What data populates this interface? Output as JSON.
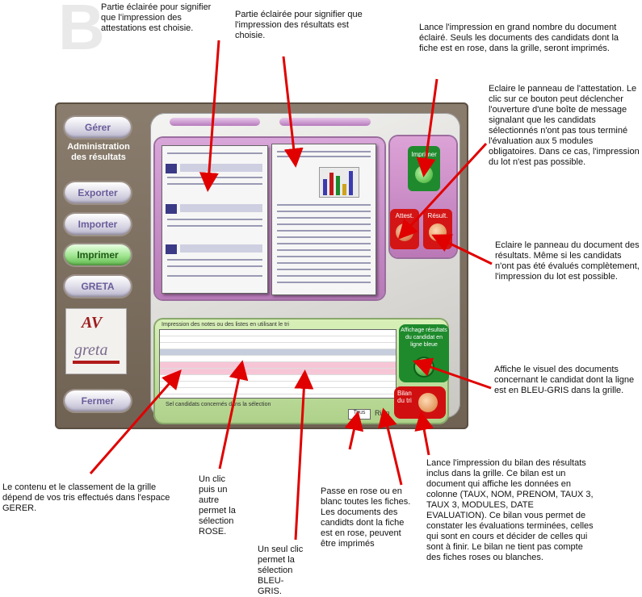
{
  "sidebar": {
    "gerer": "Gérer",
    "admin_label": "Administration des résultats",
    "exporter": "Exporter",
    "importer": "Importer",
    "imprimer": "Imprimer",
    "greta": "GRETA",
    "fermer": "Fermer"
  },
  "logo": {
    "av": "AV",
    "greta": "greta"
  },
  "panel_buttons": {
    "imprimer": "Imprimer",
    "attest": "Attest.",
    "result": "Résult.",
    "affichage": "Affichage résultats du candidat en ligne bleue",
    "bilan": "Bilan du tri"
  },
  "grid": {
    "header": "Impression des notes ou des listes en utilisant le tri",
    "rows": [
      "normal",
      "normal",
      "normal",
      "blue",
      "normal",
      "pink",
      "pink",
      "normal",
      "normal",
      "normal",
      "normal"
    ],
    "status": "Sel candidats concernés dans la sélection",
    "tous": "Tous",
    "rien": "Rien"
  },
  "annotations": {
    "a1": "Partie éclairée pour signifier que l'impression des attestations est choisie.",
    "a2": "Partie éclairée pour signifier que l'impression des résultats est choisie.",
    "a3": "Lance l'impression en grand nombre du document éclairé. Seuls les documents des candidats dont la fiche est en rose, dans la grille, seront imprimés.",
    "a4": "Eclaire le panneau de l'attestation. Le clic sur ce bouton peut déclencher l'ouverture d'une boîte de message signalant que les candidats sélectionnés n'ont pas tous terminé l'évaluation aux 5 modules obligatoires. Dans ce cas, l'impression du lot n'est pas possible.",
    "a5": "Eclaire le panneau du document des résultats. Même si les candidats n'ont pas été évalués complètement, l'impression du lot est possible.",
    "a6": "Affiche le visuel des documents concernant le candidat dont la ligne est en BLEU-GRIS dans la grille.",
    "a7": "Le contenu et le classement de la grille dépend de vos tris effectués dans l'espace GERER.",
    "a8": "Un clic puis un autre permet la sélection ROSE.",
    "a9": "Un seul clic permet la sélection BLEU-GRIS.",
    "a10": "Passe en rose ou en blanc toutes les fiches. Les documents des candidts dont la fiche est en rose, peuvent être imprimés",
    "a11": "Lance l'impression du bilan des résultats inclus dans la grille. Ce bilan est un document qui affiche les données en colonne (TAUX, NOM, PRENOM, TAUX 3, TAUX 3, MODULES, DATE EVALUATION). Ce bilan vous permet de constater les évaluations terminées, celles qui sont en cours et décider de celles qui sont à finir. Le bilan ne tient pas compte des fiches roses ou blanches."
  }
}
